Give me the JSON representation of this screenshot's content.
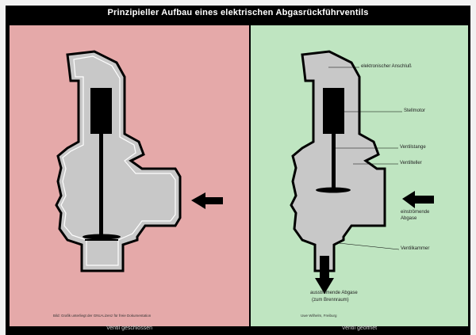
{
  "title": "Prinzipieller Aufbau eines elektrischen Abgasrückführventils",
  "left": {
    "caption": "Ventil geschlossen",
    "credit": "Bild: Grafik unterliegt der GNU-Lizenz für freie Dokumentation"
  },
  "right": {
    "caption": "Ventil geöffnet",
    "credit": "Uwe Wilhelm, Freiburg",
    "labels": {
      "connector": "elektronischer Anschluß",
      "actuator": "Stellmotor",
      "stem": "Ventilstange",
      "plate": "Ventilteller",
      "inflow_1": "einströmende",
      "inflow_2": "Abgase",
      "chamber": "Ventilkammer",
      "outflow_1": "ausströmende Abgase",
      "outflow_2": "(zum Brennraum)"
    }
  },
  "colors": {
    "closed_bg": "#e5a9a9",
    "open_bg": "#bfe5c1",
    "valve_fill": "#c8c8c8",
    "outline": "#000000"
  },
  "icons": [
    "arrow-left-icon",
    "arrow-down-icon"
  ]
}
